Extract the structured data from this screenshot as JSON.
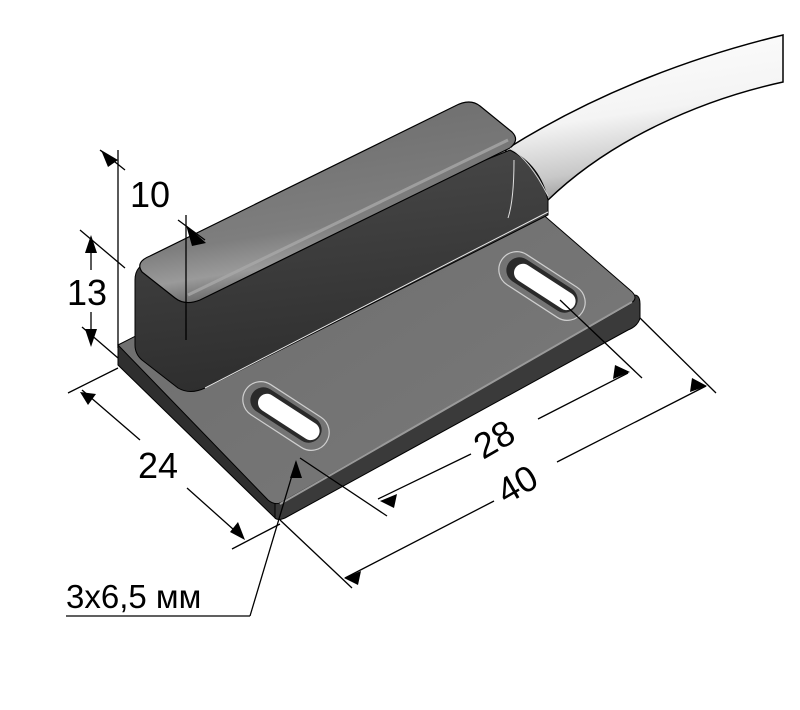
{
  "drawing": {
    "subject": "magnetic reed sensor with cable and slotted mounting plate",
    "colors": {
      "body_top": "#7a7a7a",
      "body_front": "#3c3c3c",
      "plate_top": "#6e6e6e",
      "plate_edge": "#333333",
      "cable": "#f2f2f2",
      "line": "#000000"
    }
  },
  "dimensions": {
    "body_height": "10",
    "total_height": "13",
    "width": "24",
    "hole_spacing": "28",
    "length": "40",
    "hole_note": "3x6,5 мм"
  }
}
